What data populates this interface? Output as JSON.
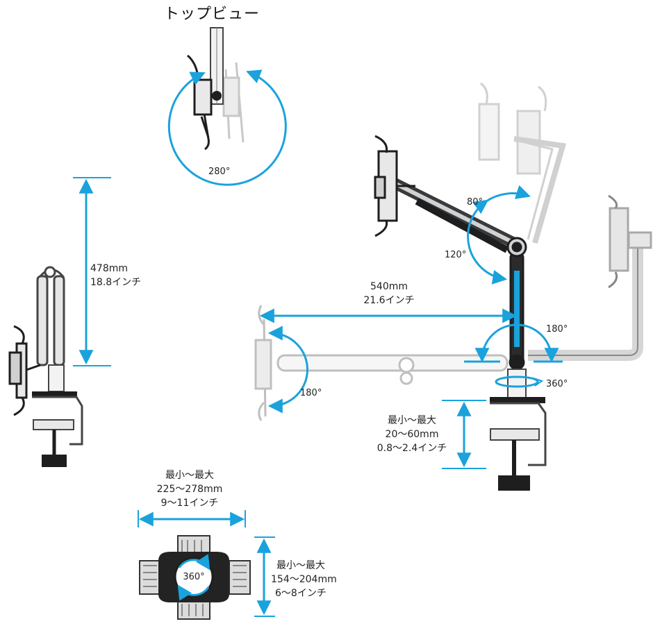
{
  "title": "トップビュー",
  "colors": {
    "accent": "#1aa2dc",
    "metal": "#b9bcc0",
    "dark": "#1e1e1e",
    "ghost": "#cfcfcf"
  },
  "angles": {
    "top_rotation": "280°",
    "tilt_up": "80°",
    "tilt_down": "120°",
    "swivel_head": "180°",
    "swivel_right": "180°",
    "base_rotation": "360°",
    "plate_rotation": "360°"
  },
  "dims": {
    "height": {
      "mm": "478mm",
      "inch": "18.8インチ"
    },
    "reach": {
      "mm": "540mm",
      "inch": "21.6インチ"
    },
    "clamp": {
      "label": "最小～最大",
      "mm": "20～60mm",
      "inch": "0.8～2.4インチ"
    },
    "holder_width": {
      "label": "最小～最大",
      "mm": "225～278mm",
      "inch": "9～11インチ"
    },
    "holder_height": {
      "label": "最小～最大",
      "mm": "154～204mm",
      "inch": "6～8インチ"
    }
  }
}
